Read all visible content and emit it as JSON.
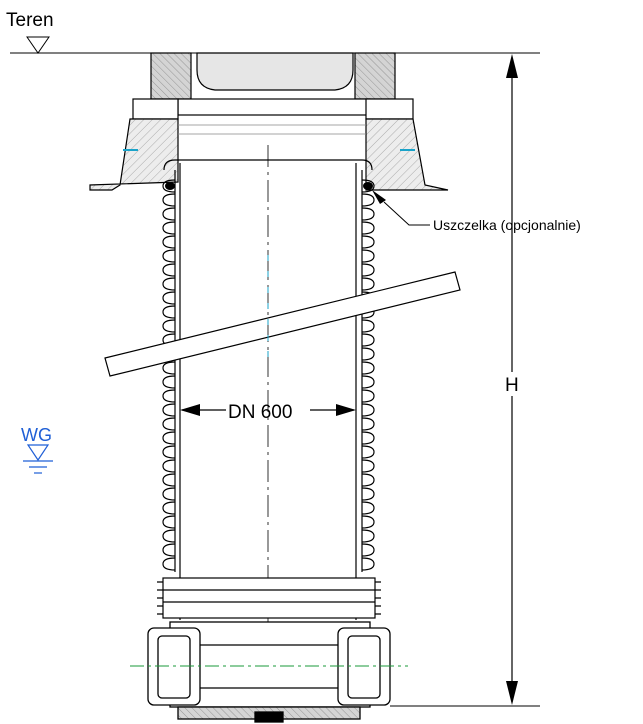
{
  "labels": {
    "ground": "Teren",
    "gasket": "Uszczelka (opcjonalnie)",
    "height": "H",
    "diameter": "DN 600",
    "groundwater": "WG"
  },
  "colors": {
    "line": "#000000",
    "water": "#1f5fd6",
    "hatch_fill": "#d9d9d9",
    "axis_dash": "#1aa3c9",
    "pipe_axis": "#1a9a3a"
  }
}
